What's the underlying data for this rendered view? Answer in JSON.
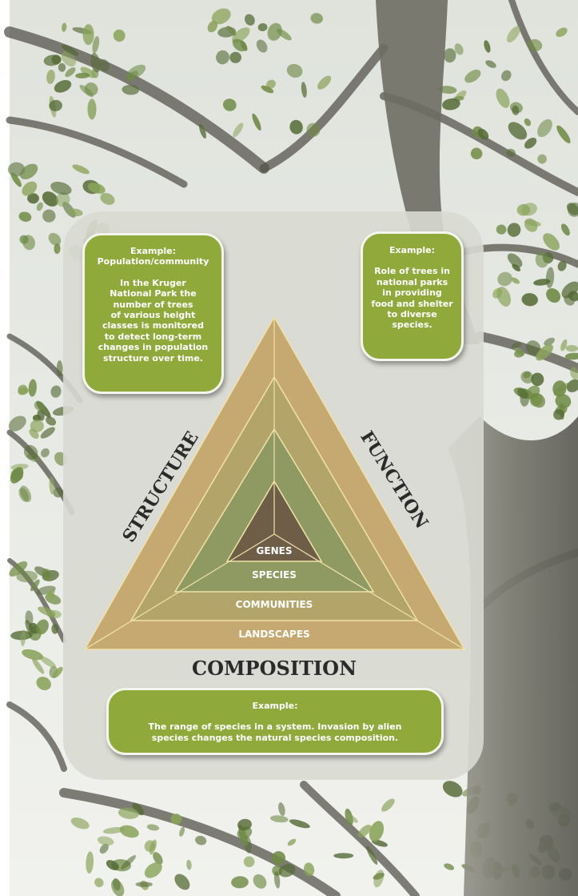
{
  "diagram": {
    "levels": [
      "GENES",
      "SPECIES",
      "COMMUNITIES",
      "LANDSCAPES"
    ],
    "sides": {
      "left": "STRUCTURE",
      "right": "FUNCTION",
      "bottom": "COMPOSITION"
    }
  },
  "callouts": {
    "structure": {
      "heading": "Example:\nPopulation/community",
      "body": "In the Kruger\nNational Park the\nnumber of trees\nof various height\nclasses is monitored\nto detect long-term\nchanges in population\nstructure over time."
    },
    "function": {
      "heading": "Example:",
      "body": "Role of trees in\nnational parks\nin providing\nfood and shelter\nto diverse\nspecies."
    },
    "composition": {
      "heading": "Example:",
      "body": "The range of species in a system. Invasion by alien\nspecies changes the natural species composition."
    }
  },
  "colors": {
    "panel": "#d8d9d2",
    "outer_layer": "#c6a971",
    "communities_layer": "#b3a56a",
    "species_layer": "#8e9a62",
    "genes_layer": "#6e5e48",
    "lines": "#f0e2a8",
    "side_labels": "#2a2a2a",
    "callout": "#8faa3b",
    "foliage": "#556b36",
    "trunk": "#7b7b72"
  }
}
